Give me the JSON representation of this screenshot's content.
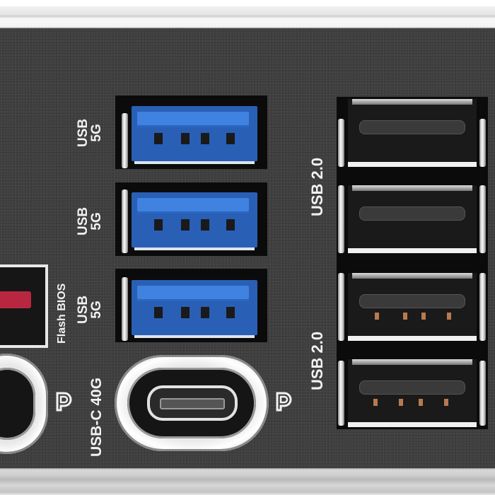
{
  "scene": {
    "description": "Close-up of a motherboard rear I/O panel",
    "panel_color": "#3f3f3f",
    "accent_usb3_blue": "#3f82e0",
    "flash_bios_button_color": "#b8273f"
  },
  "labels": {
    "usb5g_1_line1": "USB",
    "usb5g_1_line2": "5G",
    "usb5g_2_line1": "USB",
    "usb5g_2_line2": "5G",
    "usb5g_3_line1": "USB",
    "usb5g_3_line2": "5G",
    "flash_bios": "Flash BIOS",
    "usb_c": "USB-C 40G",
    "usb20_top": "USB 2.0",
    "usb20_bottom": "USB 2.0"
  },
  "ports": {
    "usb5g": [
      {
        "name": "USB 5G port 1"
      },
      {
        "name": "USB 5G port 2"
      },
      {
        "name": "USB 5G port 3"
      }
    ],
    "usb20": [
      {
        "name": "USB 2.0 port 1"
      },
      {
        "name": "USB 2.0 port 2"
      },
      {
        "name": "USB 2.0 port 3"
      },
      {
        "name": "USB 2.0 port 4"
      }
    ],
    "usb_c": {
      "name": "USB-C 40G port"
    },
    "flash_bios_button": {
      "name": "Flash BIOS button"
    },
    "displayport_icons": 2
  }
}
